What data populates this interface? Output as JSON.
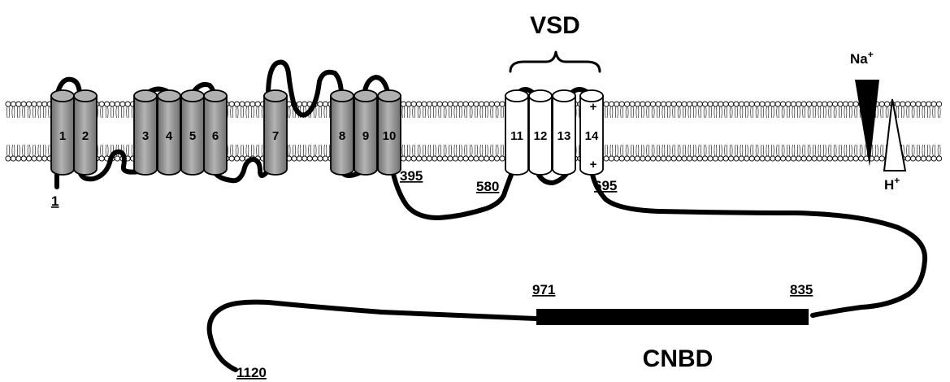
{
  "diagram": {
    "domain_labels": {
      "vsd": "VSD",
      "cnbd": "CNBD"
    },
    "helices_gray": [
      {
        "id": "1",
        "label": "1"
      },
      {
        "id": "2",
        "label": "2"
      },
      {
        "id": "3",
        "label": "3"
      },
      {
        "id": "4",
        "label": "4"
      },
      {
        "id": "5",
        "label": "5"
      },
      {
        "id": "6",
        "label": "6"
      },
      {
        "id": "7",
        "label": "7"
      },
      {
        "id": "8",
        "label": "8"
      },
      {
        "id": "9",
        "label": "9"
      },
      {
        "id": "10",
        "label": "10"
      }
    ],
    "helices_white": [
      {
        "id": "11",
        "label": "11"
      },
      {
        "id": "12",
        "label": "12"
      },
      {
        "id": "13",
        "label": "13"
      },
      {
        "id": "14",
        "label": "14"
      }
    ],
    "residue_numbers": {
      "n1": "1",
      "n395": "395",
      "n580": "580",
      "n695": "695",
      "n835": "835",
      "n971": "971",
      "n1120": "1120"
    },
    "charges": {
      "top": "+",
      "bottom": "+"
    },
    "ions": {
      "na": "Na",
      "na_sup": "+",
      "h": "H",
      "h_sup": "+"
    },
    "colors": {
      "helix_gray": "#9a9a9a",
      "helix_white": "#ffffff",
      "strand": "#000000",
      "membrane": "#000000"
    }
  }
}
